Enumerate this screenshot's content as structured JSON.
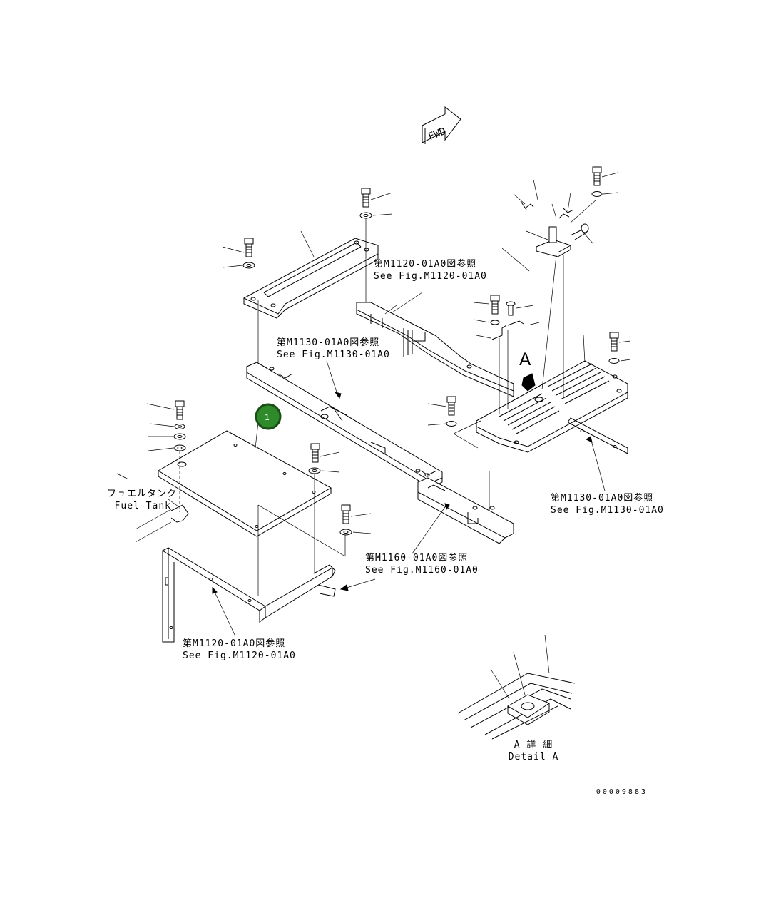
{
  "fwd": "FWD",
  "detail_letter": "A",
  "callout": {
    "number": "1"
  },
  "refs": {
    "m1120_top": {
      "jp": "第M1120-01A0図参照",
      "en": "See Fig.M1120-01A0"
    },
    "m1130_mid": {
      "jp": "第M1130-01A0図参照",
      "en": "See Fig.M1130-01A0"
    },
    "m1130_right": {
      "jp": "第M1130-01A0図参照",
      "en": "See Fig.M1130-01A0"
    },
    "m1160": {
      "jp": "第M1160-01A0図参照",
      "en": "See Fig.M1160-01A0"
    },
    "m1120_bottom": {
      "jp": "第M1120-01A0図参照",
      "en": "See Fig.M1120-01A0"
    },
    "fuel_tank": {
      "jp": "フュエルタンク",
      "en": "Fuel Tank"
    },
    "detail_a": {
      "jp": "A 詳 細",
      "en": "Detail A"
    }
  },
  "drawing_number": "00009883"
}
